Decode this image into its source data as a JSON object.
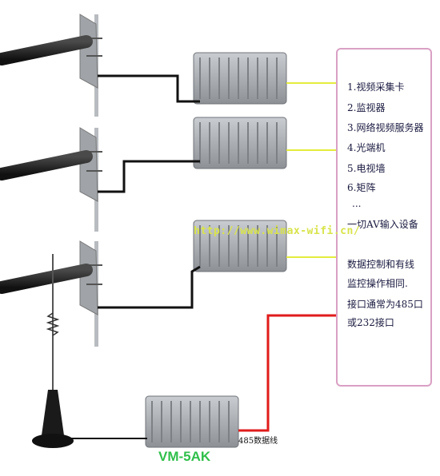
{
  "panel": {
    "items": [
      "1.视频采集卡",
      "2.监视器",
      "3.网络视频服务器",
      "4.光端机",
      "5.电视墙",
      "6.矩阵",
      "...",
      "一切AV输入设备"
    ],
    "notes": [
      "数据控制和有线",
      "监控操作相同.",
      "接口通常为485口",
      "或232接口"
    ]
  },
  "watermark": "http://www.wimax-wifi.cn/",
  "model_label": "VM-5AK",
  "cable_label": "485数据线",
  "colors": {
    "video_line": "#e4ec3c",
    "data_line": "#e21b1b",
    "cable": "#111111",
    "model_text": "#2fbf4a",
    "panel_border": "#d9a0c4"
  }
}
